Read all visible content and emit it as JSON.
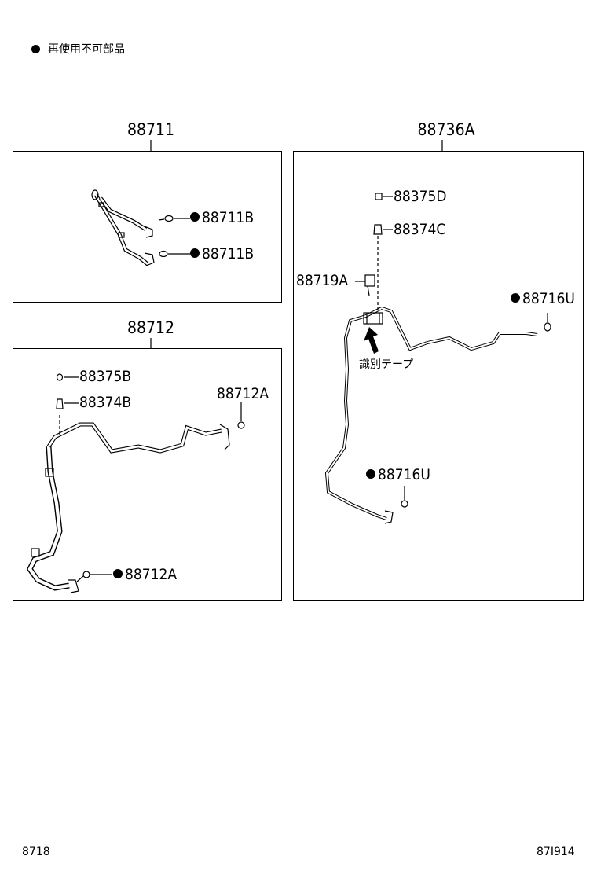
{
  "legend": {
    "text": "再使用不可部品"
  },
  "groups": [
    {
      "title": "88711",
      "labels": [
        "88711B",
        "88711B"
      ]
    },
    {
      "title": "88712",
      "labels": [
        "88375B",
        "88374B",
        "88712A",
        "88712A"
      ]
    },
    {
      "title": "88736A",
      "labels": [
        "88375D",
        "88374C",
        "88719A",
        "88716U",
        "88716U"
      ],
      "note": "識別テープ"
    }
  ],
  "footer": {
    "left": "8718",
    "right": "87I914"
  }
}
